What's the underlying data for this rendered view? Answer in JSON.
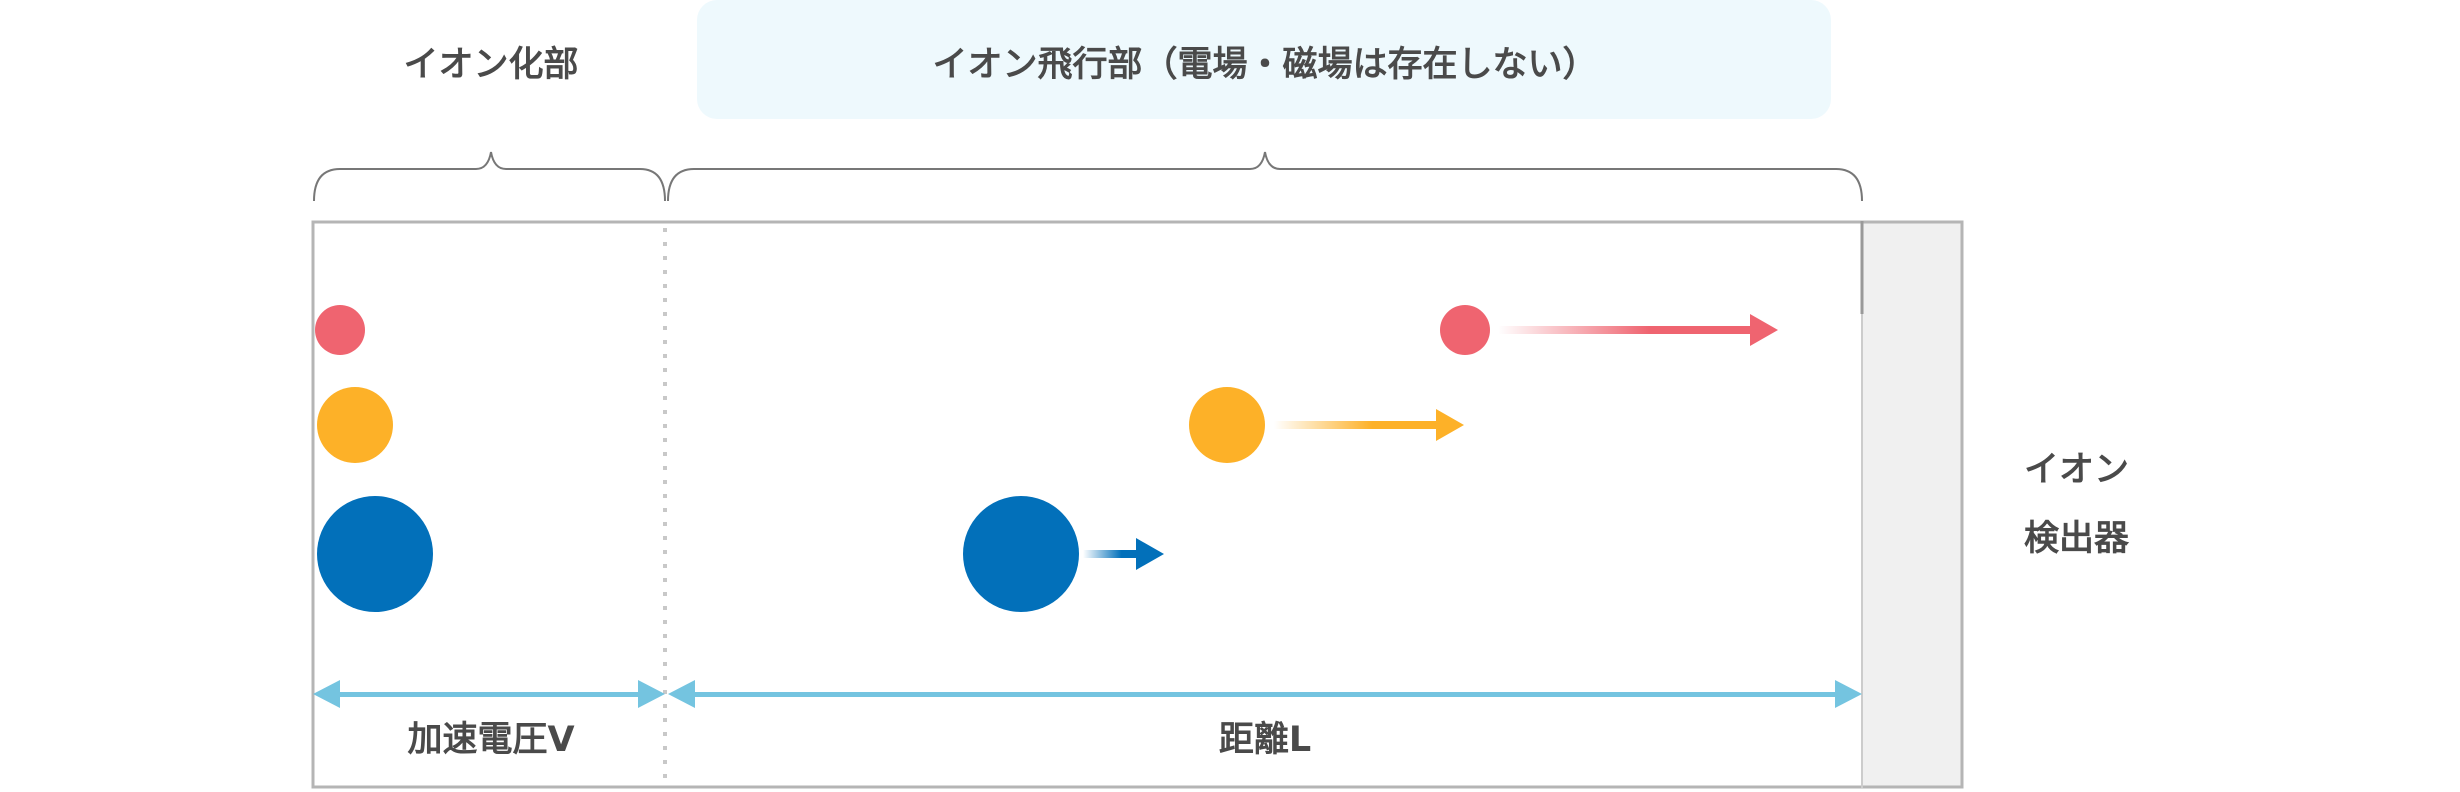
{
  "labels": {
    "ionization": "イオン化部",
    "flight": "イオン飛行部（電場・磁場は存在しない）",
    "voltage": "加速電圧V",
    "distance": "距離L",
    "detector_line1": "イオン",
    "detector_line2": "検出器"
  },
  "colors": {
    "light_ion": "#ef6470",
    "medium_ion": "#fdb128",
    "heavy_ion": "#0270ba",
    "dimension_arrow": "#74c4e0",
    "flight_bg": "#eef9fd",
    "detector_bg": "#f0f0f0",
    "text": "#4a4a4a"
  }
}
